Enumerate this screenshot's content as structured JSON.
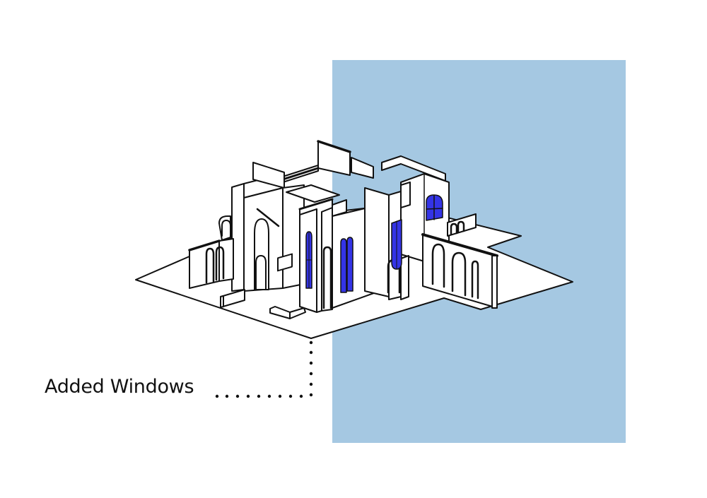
{
  "diagram": {
    "type": "axonometric architectural drawing",
    "background_panel_color": "#a5c8e2",
    "window_fill_color": "#3434e6",
    "line_color": "#111111",
    "wall_fill_color": "#ffffff"
  },
  "annotation": {
    "label": "Added Windows",
    "leader_style": "dotted"
  }
}
